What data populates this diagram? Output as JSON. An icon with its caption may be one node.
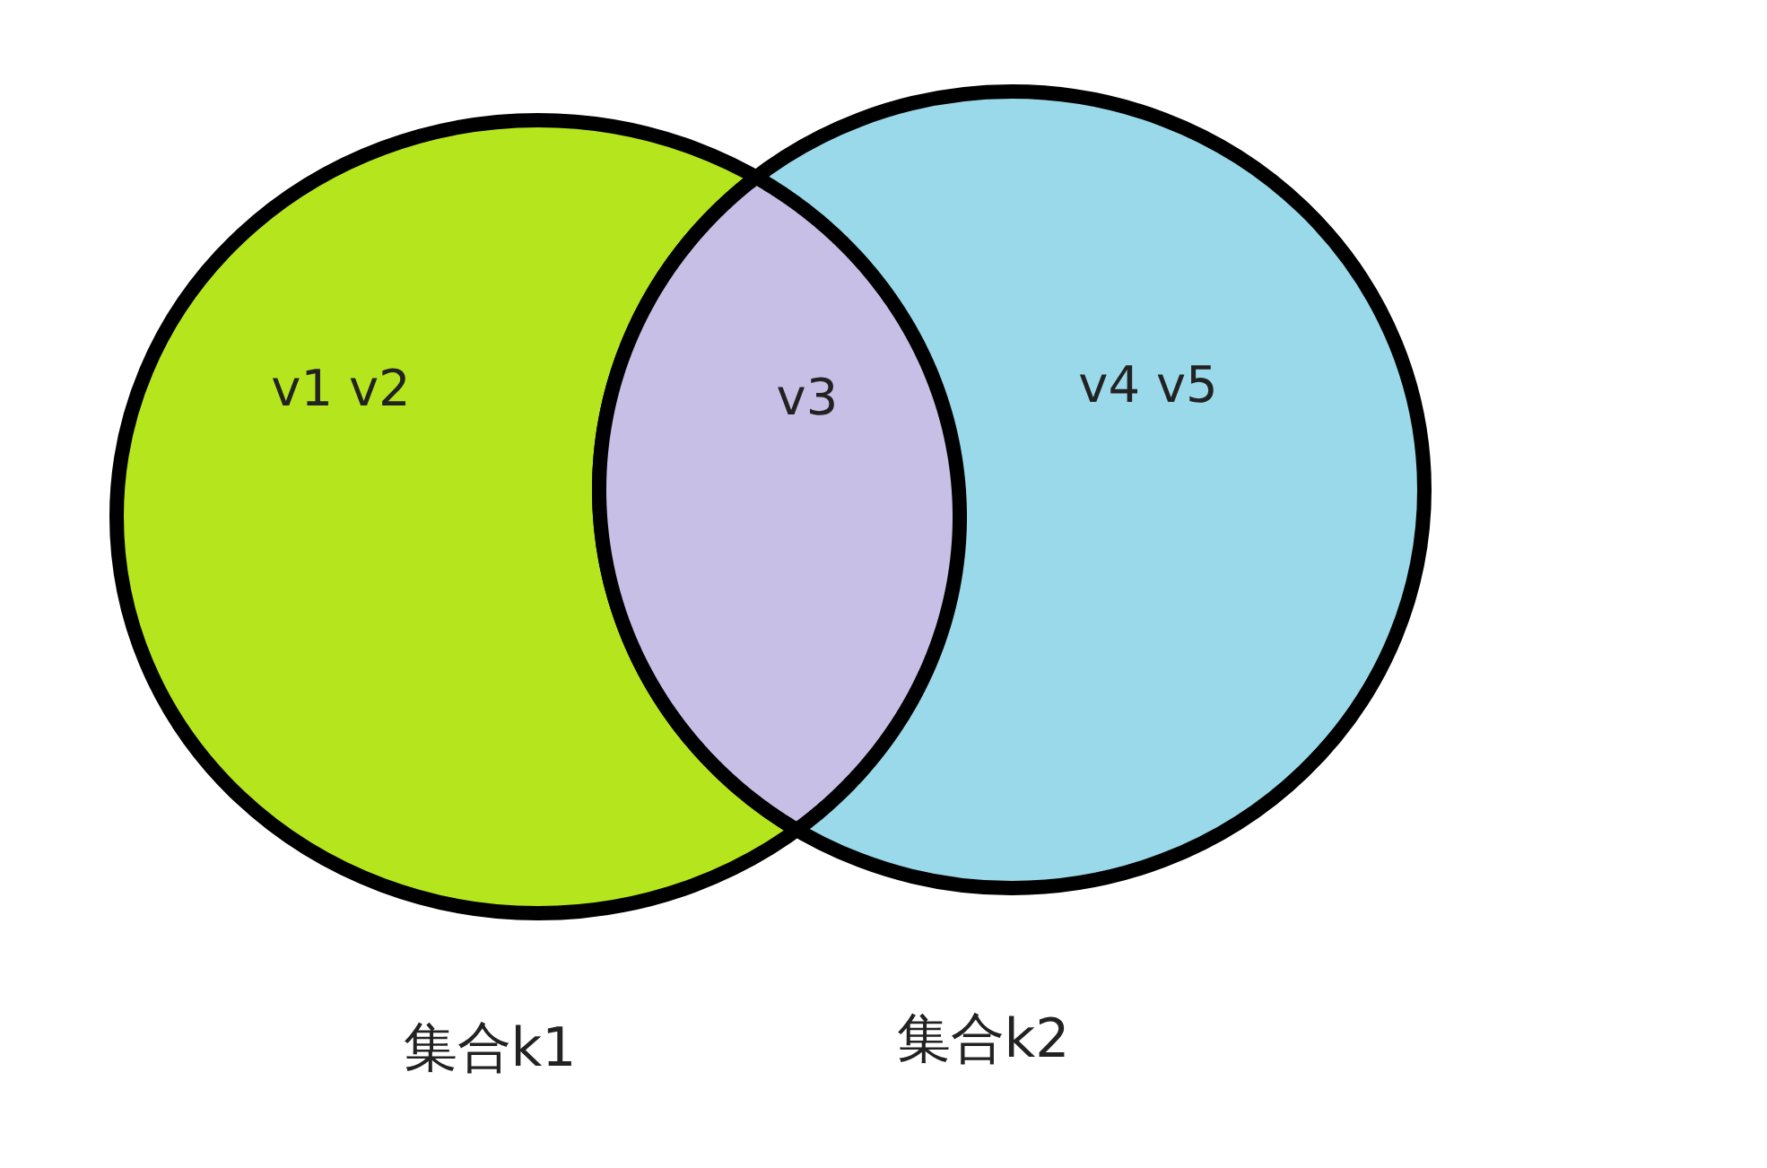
{
  "diagram": {
    "nodes": [
      {
        "text": [
          "v1 v2"
        ],
        "beside": [
          "集合k1"
        ]
      },
      {
        "text": [
          "v4 v5"
        ],
        "beside": [
          "集合k2"
        ]
      },
      {
        "text": [
          "v3"
        ]
      }
    ],
    "edges": []
  }
}
